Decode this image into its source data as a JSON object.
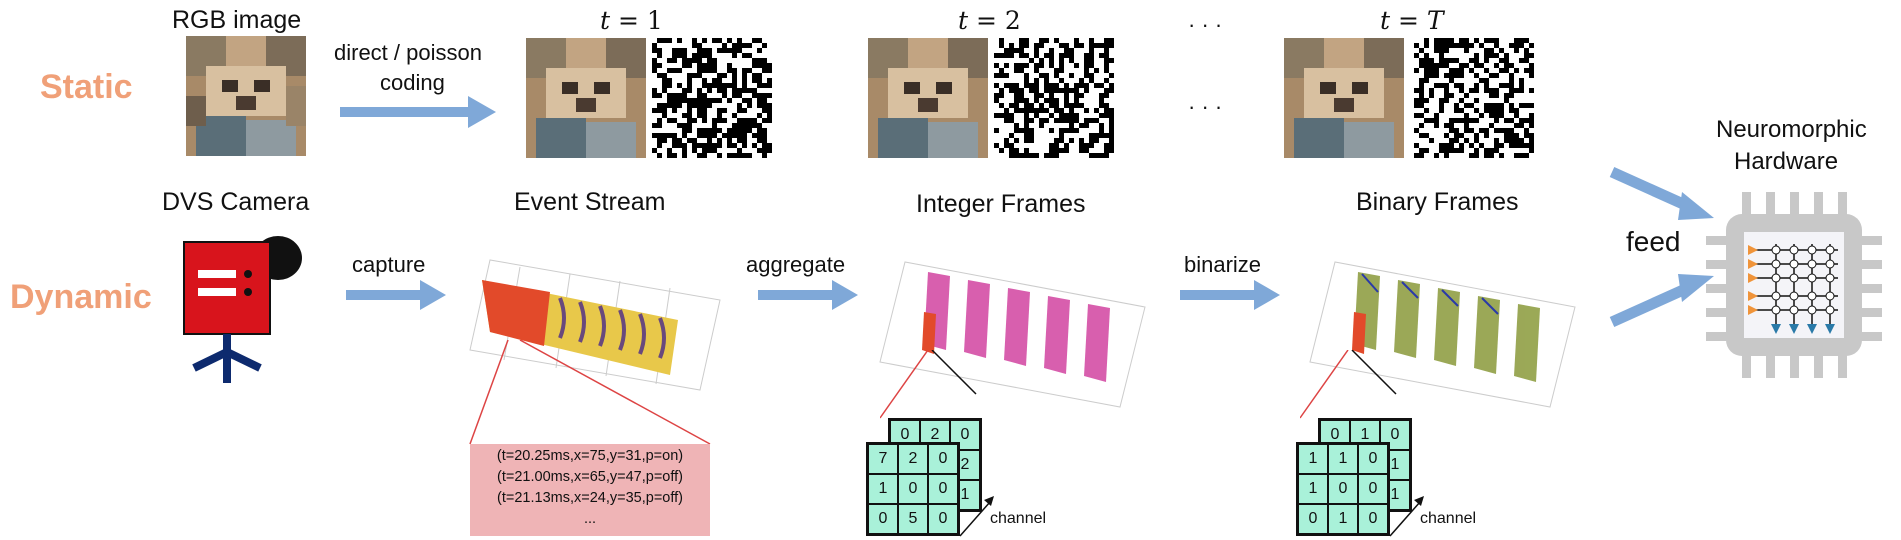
{
  "rows": {
    "static": "Static",
    "dynamic": "Dynamic"
  },
  "static_row": {
    "rgb_label": "RGB image",
    "coding_label_1": "direct / poisson",
    "coding_label_2": "coding",
    "t1": {
      "var": "t",
      "eq": " = ",
      "val": "1"
    },
    "t2": {
      "var": "t",
      "eq": " = ",
      "val": "2"
    },
    "tT": {
      "var": "t",
      "eq": " = ",
      "val": "T"
    },
    "ellipsis_top": "· · ·",
    "ellipsis_mid": "· · ·"
  },
  "dynamic_row": {
    "dvs_label": "DVS Camera",
    "capture_label": "capture",
    "event_stream_label": "Event Stream",
    "aggregate_label": "aggregate",
    "integer_frames_label": "Integer Frames",
    "binarize_label": "binarize",
    "binary_frames_label": "Binary Frames",
    "events": [
      "(t=20.25ms,x=75,y=31,p=on)",
      "(t=21.00ms,x=65,y=47,p=off)",
      "(t=21.13ms,x=24,y=35,p=off)",
      "..."
    ],
    "integer_back": [
      "0",
      "2",
      "0",
      "",
      "",
      "2",
      "",
      "",
      "1"
    ],
    "integer_front": [
      "7",
      "2",
      "0",
      "1",
      "0",
      "0",
      "0",
      "5",
      "0"
    ],
    "binary_back": [
      "0",
      "1",
      "0",
      "",
      "",
      "1",
      "",
      "",
      "1"
    ],
    "binary_front": [
      "1",
      "1",
      "0",
      "1",
      "0",
      "0",
      "0",
      "1",
      "0"
    ],
    "channel_label": "channel"
  },
  "hardware": {
    "label_1": "Neuromorphic",
    "label_2": "Hardware",
    "feed_label": "feed"
  },
  "colors": {
    "row_label": "#f0a078",
    "arrow": "#7fa8d8",
    "camera_red": "#d8141c",
    "camera_stand": "#0d2a6e",
    "grid_cell": "#a9f1d9",
    "event_box": "#efb4b6",
    "chip_gray": "#c8c8c8"
  }
}
